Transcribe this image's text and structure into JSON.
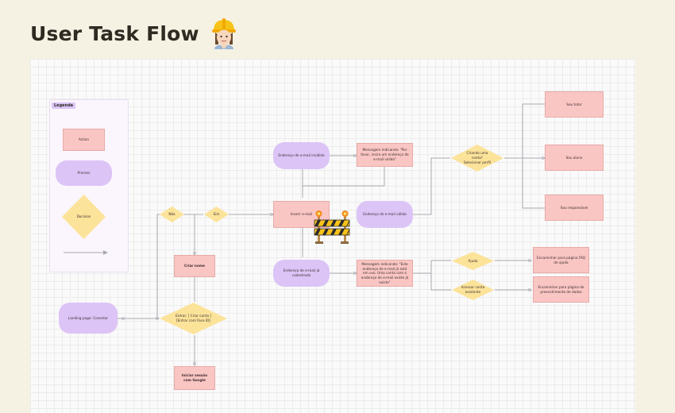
{
  "header": {
    "title": "User Task Flow",
    "emoji_icon": "construction-worker-emoji"
  },
  "legend": {
    "title": "Legenda",
    "action": "Action",
    "process": "Process",
    "decision": "Decision"
  },
  "nodes": {
    "landing": "Landing page: Conectar",
    "entrar": "Entrar: [ Criar conta ] [Entrar com Face ID]",
    "nao": "Não",
    "sim": "Sim",
    "criar_nome": "Criar nome",
    "google": "Iniciar sessão com Google",
    "inserir_email": "Inserir e-mail",
    "email_invalido": "Endereço de e-mail inválido",
    "msg_invalido": "Mensagem indicando: \"Por favor, insira um endereço de e-mail válido\"",
    "email_valido": "Endereço de e-mail válido",
    "email_cadastrado": "Endereço de e-mail já cadastrado",
    "msg_cadastrado": "Mensagem indicando: \"Este endereço de e-mail já está em uso. Uma conta com o endereço de e-mail existe já existe\"",
    "criando_conta": "Criando uma conta? Selecionar perfil",
    "sou_tutor": "Sou tutor",
    "sou_aluno": "Sou aluno",
    "sou_responsavel": "Sou responsável",
    "ajuda": "Ajuda",
    "acessar_conta": "Acessar conta existente",
    "encaminhar_faq": "Encaminhar para página FAQ de ajuda",
    "encaminhar_dados": "Encaminhar para página de preenchimento de dados"
  },
  "icons": {
    "barrier": "construction-barrier-icon"
  }
}
